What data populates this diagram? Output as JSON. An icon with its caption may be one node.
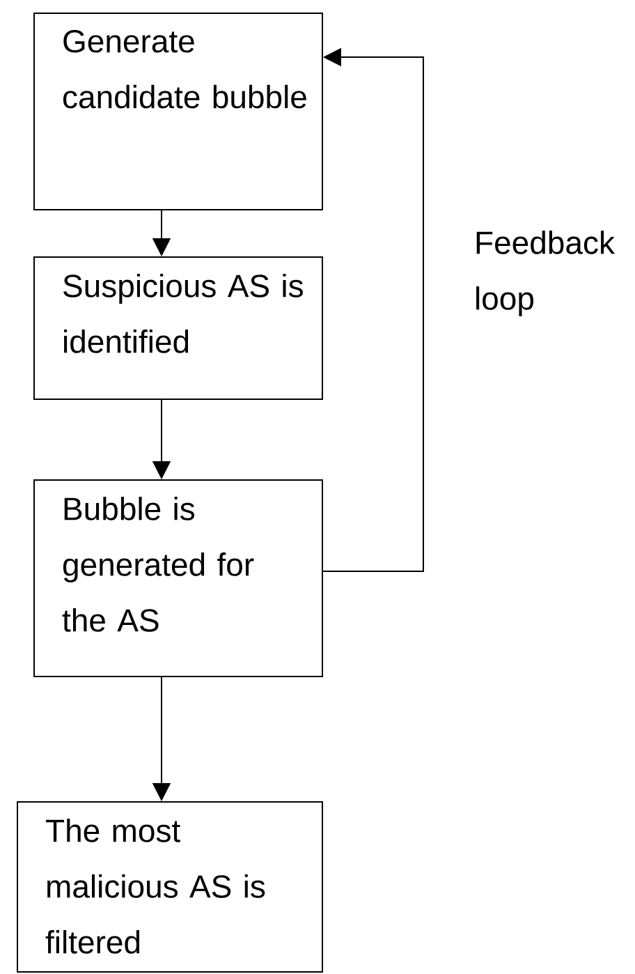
{
  "diagram": {
    "nodes": [
      {
        "text": [
          "Generate candidate bubble"
        ]
      },
      {
        "text": [
          "Suspicious AS is identified"
        ]
      },
      {
        "text": [
          "Bubble is generated for the AS"
        ]
      },
      {
        "text": [
          "The most malicious AS is filtered"
        ]
      }
    ],
    "edges": [
      {
        "from": 0,
        "to": 1,
        "arrow": "to"
      },
      {
        "from": 1,
        "to": 2,
        "arrow": "to"
      },
      {
        "from": 2,
        "to": 3,
        "arrow": "to"
      },
      {
        "from": 2,
        "to": 0,
        "arrow": "to"
      }
    ],
    "labels": [
      "Feedback loop"
    ]
  }
}
